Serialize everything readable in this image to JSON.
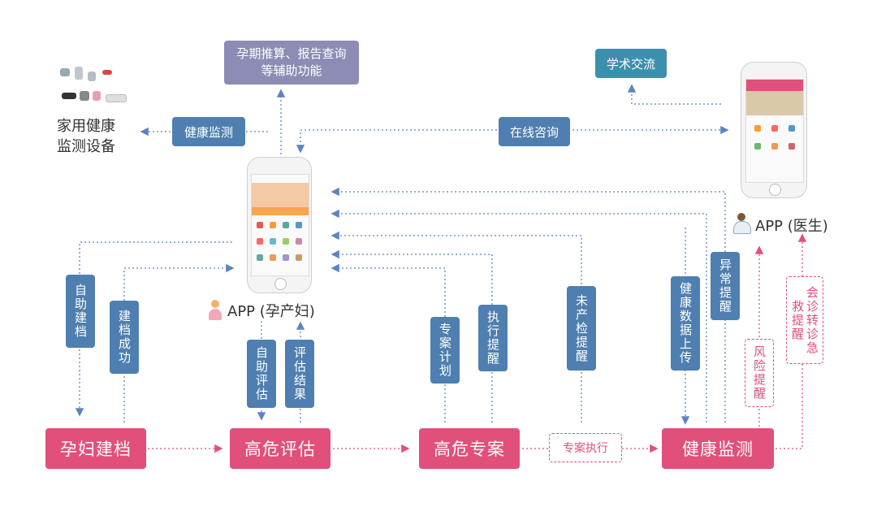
{
  "nodes": {
    "aux": "孕期推算、报告查询\n等辅助功能",
    "academic": "学术交流",
    "home_devices": "家用健康\n监测设备",
    "health_monitor_top": "健康监测",
    "online_consult": "在线咨询",
    "app_patient": "APP (孕产妇)",
    "app_doctor": "APP (医生)",
    "self_record": "自助建档",
    "record_success": "建档成功",
    "self_assess": "自助评估",
    "assess_result": "评估结果",
    "special_plan": "专案计划",
    "exec_remind": "执行提醒",
    "not_checked": "未产检提醒",
    "data_upload": "健康数据上传",
    "abnormal_remind": "异常提醒",
    "risk_remind": "风险提醒",
    "consult_remind": "会诊转诊急救提醒",
    "step1": "孕妇建档",
    "step2": "高危评估",
    "step3": "高危专案",
    "step_exec": "专案执行",
    "step4": "健康监测"
  },
  "colors": {
    "blue": "#4f7fb0",
    "pink": "#e0507a",
    "purple": "#8c8cb4",
    "teal": "#3d8fae",
    "line_blue": "#5b84c4"
  }
}
